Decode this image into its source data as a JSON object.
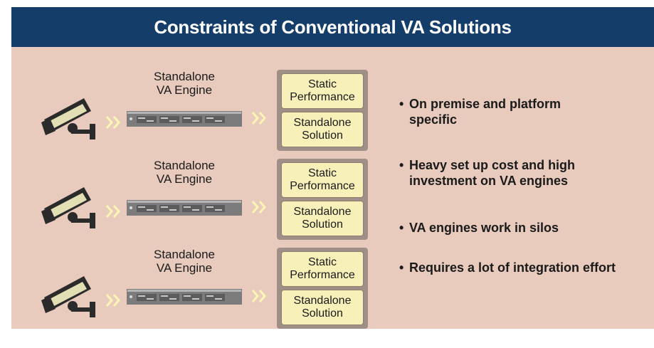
{
  "title": "Constraints of Conventional VA Solutions",
  "rows": [
    {
      "engine_label_line1": "Standalone",
      "engine_label_line2": "VA Engine",
      "box_top_line1": "Static",
      "box_top_line2": "Performance",
      "box_bottom_line1": "Standalone",
      "box_bottom_line2": "Solution"
    },
    {
      "engine_label_line1": "Standalone",
      "engine_label_line2": "VA Engine",
      "box_top_line1": "Static",
      "box_top_line2": "Performance",
      "box_bottom_line1": "Standalone",
      "box_bottom_line2": "Solution"
    },
    {
      "engine_label_line1": "Standalone",
      "engine_label_line2": "VA Engine",
      "box_top_line1": "Static",
      "box_top_line2": "Performance",
      "box_bottom_line1": "Standalone",
      "box_bottom_line2": "Solution"
    }
  ],
  "bullets": [
    {
      "line1": "On premise and platform",
      "line2": "specific"
    },
    {
      "line1": "Heavy set up cost and high",
      "line2": "investment on VA engines"
    },
    {
      "line1": "VA engines work in silos",
      "line2": ""
    },
    {
      "line1": "Requires a lot of integration effort",
      "line2": ""
    }
  ],
  "bullet_symbol": "•",
  "icons": [
    "security-camera-icon",
    "chevron-right-icon",
    "server-rack-icon"
  ],
  "colors": {
    "header_bg": "#153d69",
    "panel_bg": "#e8cbbd",
    "box_fill": "#f7f0b9",
    "box_group_bg": "#9f8f86",
    "chevron": "#fdf6b3",
    "camera_dark": "#2b2b2b",
    "camera_light": "#e3dfb5"
  }
}
